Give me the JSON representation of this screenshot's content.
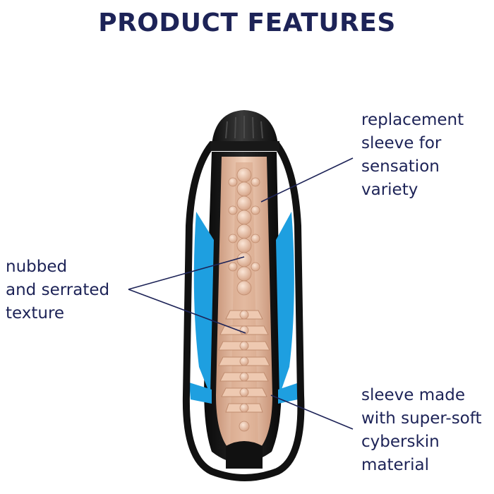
{
  "title": "PRODUCT FEATURES",
  "callouts": {
    "top": [
      "replacement",
      "sleeve for",
      "sensation",
      "variety"
    ],
    "left": [
      "nubbed",
      "and serrated",
      "texture"
    ],
    "bottom": [
      "sleeve made",
      "with super-soft",
      "cyberskin",
      "material"
    ]
  },
  "colors": {
    "heading": "#1d2357",
    "casing": "#141414",
    "accent_blue": "#1e9fe0",
    "sleeve": "#e9c2a8",
    "leader_line": "#1d2357"
  },
  "icons": [
    "product-illustration"
  ]
}
